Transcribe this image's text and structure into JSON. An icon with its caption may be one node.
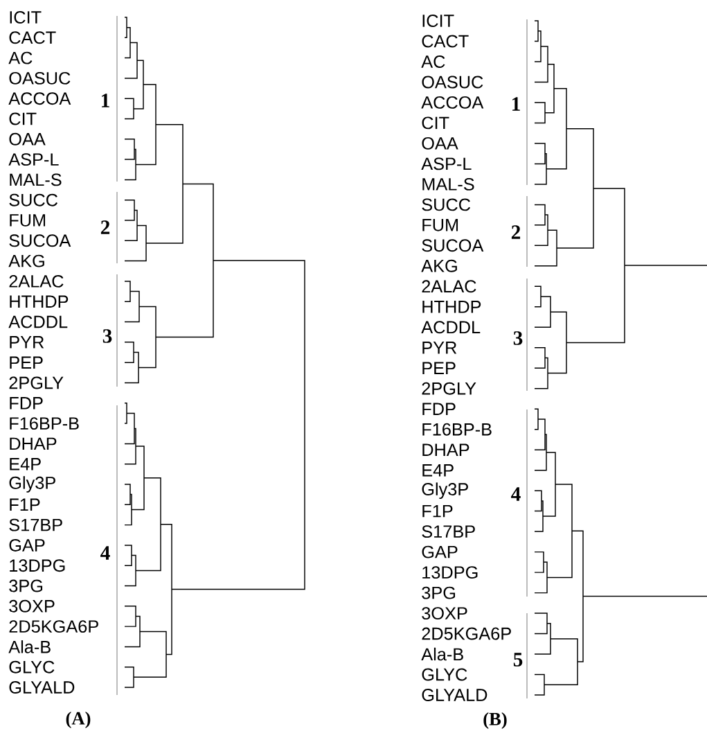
{
  "diagram": {
    "labels": [
      "ICIT",
      "CACT",
      "AC",
      "OASUC",
      "ACCOA",
      "CIT",
      "OAA",
      "ASP-L",
      "MAL-S",
      "SUCC",
      "FUM",
      "SUCOA",
      "AKG",
      "2ALAC",
      "HTHDP",
      "ACDDL",
      "PYR",
      "PEP",
      "2PGLY",
      "FDP",
      "F16BP-B",
      "DHAP",
      "E4P",
      "Gly3P",
      "F1P",
      "S17BP",
      "GAP",
      "13DPG",
      "3PG",
      "3OXP",
      "2D5KGA6P",
      "Ala-B",
      "GLYC",
      "GLYALD",
      "1",
      "2",
      "3",
      "4",
      "(A)",
      "ICIT",
      "CACT",
      "AC",
      "OASUC",
      "ACCOA",
      "CIT",
      "OAA",
      "ASP-L",
      "MAL-S",
      "SUCC",
      "FUM",
      "SUCOA",
      "AKG",
      "2ALAC",
      "HTHDP",
      "ACDDL",
      "PYR",
      "PEP",
      "2PGLY",
      "FDP",
      "F16BP-B",
      "DHAP",
      "E4P",
      "Gly3P",
      "F1P",
      "S17BP",
      "GAP",
      "13DPG",
      "3PG",
      "3OXP",
      "2D5KGA6P",
      "Ala-B",
      "GLYC",
      "GLYALD",
      "1",
      "2",
      "3",
      "4",
      "5",
      "(B)"
    ]
  }
}
